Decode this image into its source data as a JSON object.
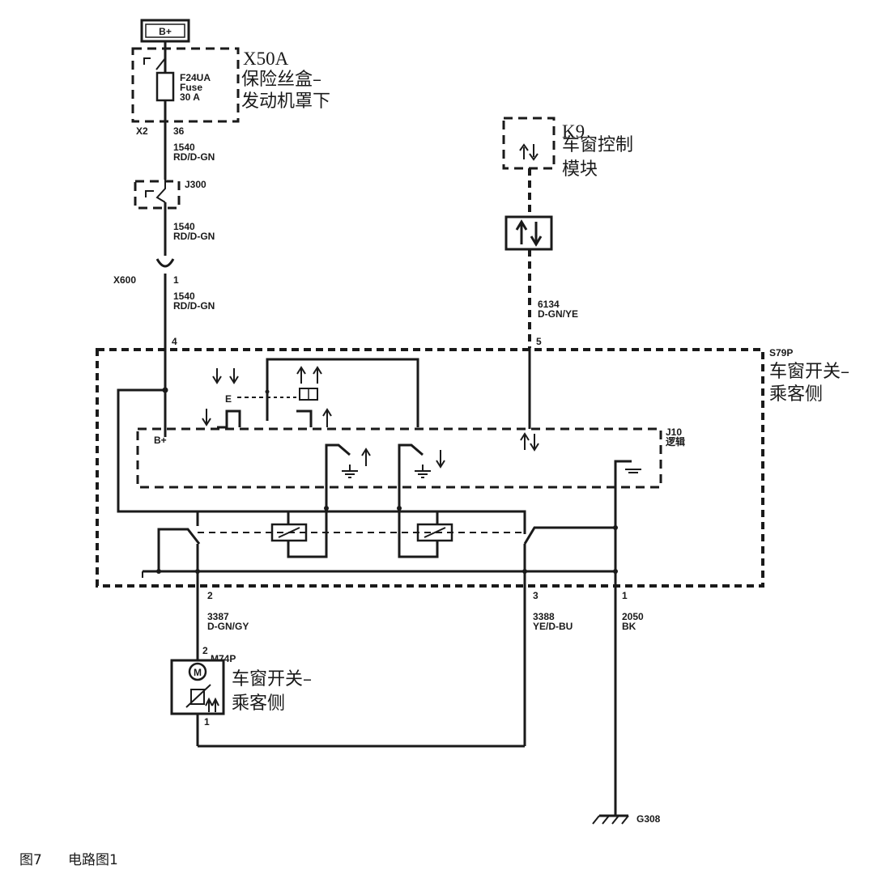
{
  "power": {
    "label": "B+"
  },
  "fuse_block": {
    "id": "X50A",
    "name_lines": [
      "保险丝盒–",
      "发动机罩下"
    ],
    "fuse_lines": [
      "F24UA",
      "Fuse",
      "30 A"
    ],
    "connector": "X2",
    "pin": "36"
  },
  "wires": [
    {
      "circuit": "1540",
      "color": "RD/D-GN"
    },
    {
      "circuit": "1540",
      "color": "RD/D-GN"
    },
    {
      "circuit": "1540",
      "color": "RD/D-GN"
    },
    {
      "circuit": "6134",
      "color": "D-GN/YE"
    },
    {
      "circuit": "3387",
      "color": "D-GN/GY"
    },
    {
      "circuit": "3388",
      "color": "YE/D-BU"
    },
    {
      "circuit": "2050",
      "color": "BK"
    }
  ],
  "splice": {
    "id": "J300"
  },
  "inline_connector": {
    "id": "X600",
    "pin": "1"
  },
  "window_module": {
    "id": "K9",
    "name_lines": [
      "车窗控制",
      "模块"
    ]
  },
  "switch": {
    "id": "S79P",
    "name_lines": [
      "车窗开关–",
      "乘客侧"
    ],
    "pins": {
      "power": "4",
      "data": "5",
      "motor_a": "2",
      "motor_b": "3",
      "ground": "1"
    },
    "logic_label": "B+",
    "logic_block_lines": [
      "J10",
      "逻辑"
    ]
  },
  "motor": {
    "id": "M74P",
    "symbol": "M",
    "name_lines": [
      "车窗开关–",
      "乘客侧"
    ],
    "pin_top": "2",
    "pin_bottom": "1"
  },
  "ground": {
    "id": "G308"
  },
  "caption": {
    "figure": "图7",
    "title": "电路图1"
  },
  "icons": [
    "up-down-arrows-icon",
    "fuse-icon",
    "motor-icon",
    "relay-coil-icon",
    "ground-icon"
  ]
}
